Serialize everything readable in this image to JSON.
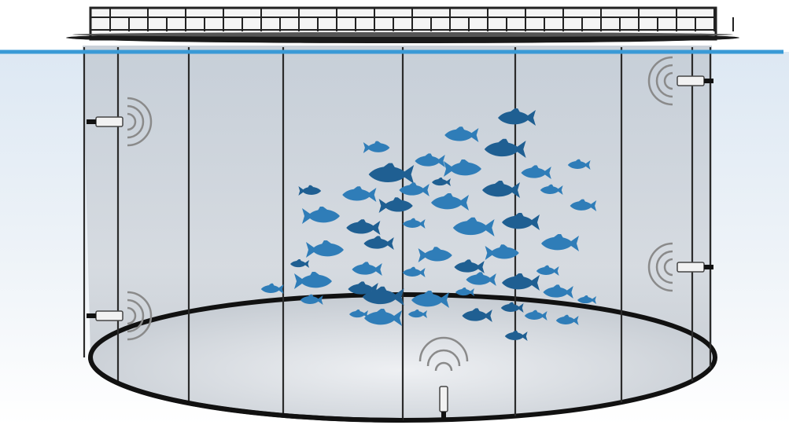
{
  "scene": {
    "subject": "fish-farm-net-pen-with-sensors",
    "colors": {
      "water_line": "#3a9ad6",
      "water_light": "#dbe7f2",
      "water_dark": "#b9c2cc",
      "net_fill": "#c9cfd6",
      "net_line": "#2b2b2b",
      "fish": "#2f7db8",
      "fish_dark": "#1f5f92",
      "sensor_body": "#f2f2f2",
      "signal": "#8a8a8a"
    },
    "icons": {
      "float_ring": "float-ring-icon",
      "fish": "fish-icon",
      "sensor": "sensor-icon",
      "signal": "signal-waves-icon"
    },
    "sensor_count": 5,
    "fish_count": 52
  }
}
